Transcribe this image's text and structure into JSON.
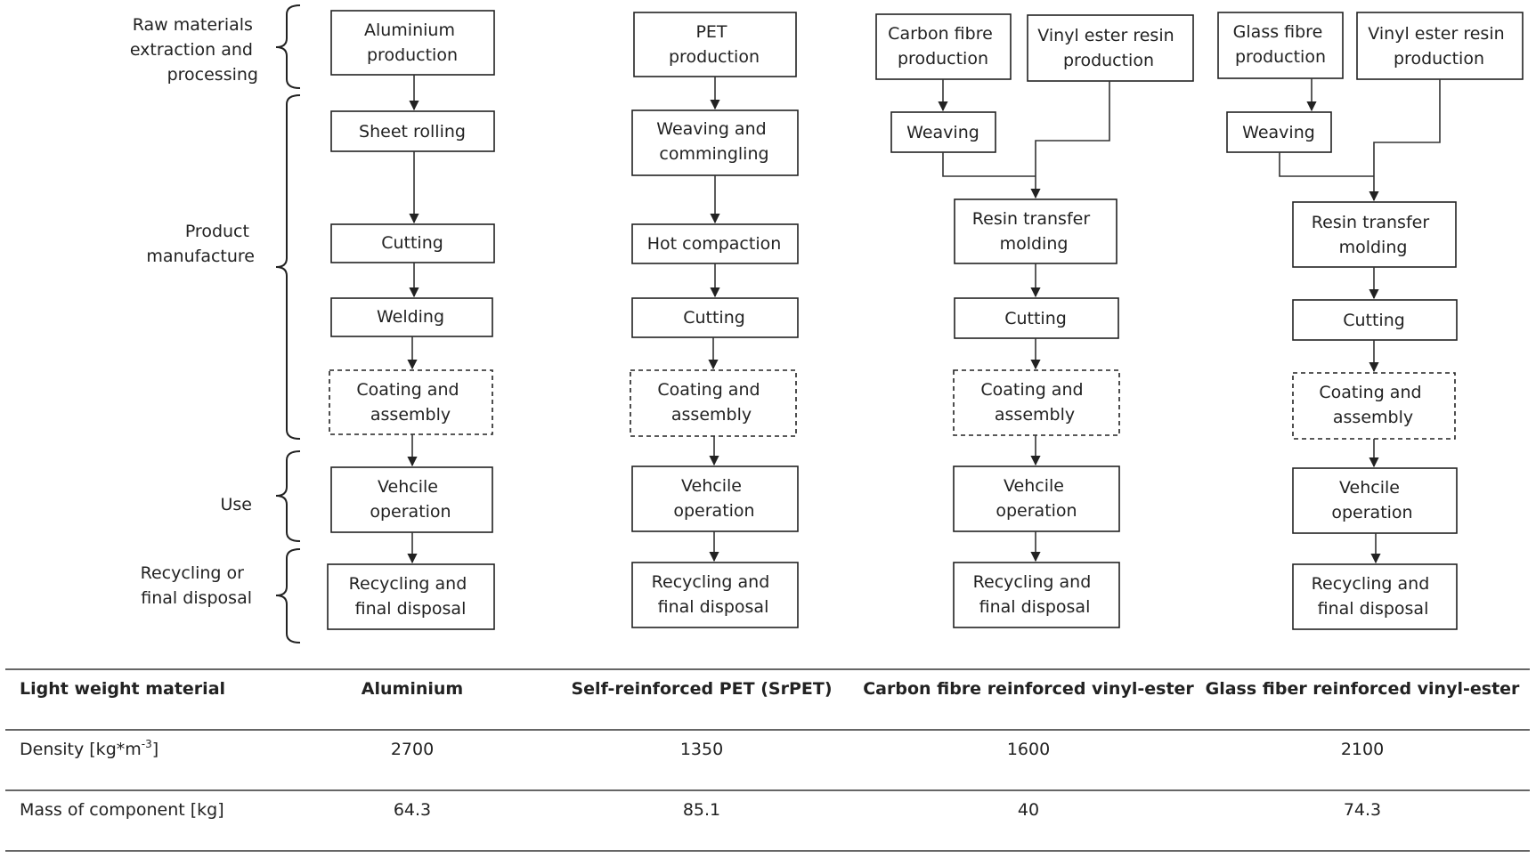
{
  "stages": {
    "raw": [
      "Raw materials",
      "extraction and",
      "processing"
    ],
    "manufacture": [
      "Product",
      "manufacture"
    ],
    "use": [
      "Use"
    ],
    "recycling": [
      "Recycling or",
      "final disposal"
    ]
  },
  "columns": [
    {
      "id": "aluminium",
      "boxes": {
        "source": [
          "Aluminium",
          "production"
        ],
        "step1": [
          "Sheet rolling"
        ],
        "cutting": [
          "Cutting"
        ],
        "welding": [
          "Welding"
        ],
        "coating": [
          "Coating and",
          "assembly"
        ],
        "use": [
          "Vehcile",
          "operation"
        ],
        "eol": [
          "Recycling and",
          "final disposal"
        ]
      }
    },
    {
      "id": "srpet",
      "boxes": {
        "source": [
          "PET",
          "production"
        ],
        "step1": [
          "Weaving and",
          "commingling"
        ],
        "compaction": [
          "Hot compaction"
        ],
        "cutting": [
          "Cutting"
        ],
        "coating": [
          "Coating and",
          "assembly"
        ],
        "use": [
          "Vehcile",
          "operation"
        ],
        "eol": [
          "Recycling and",
          "final disposal"
        ]
      }
    },
    {
      "id": "carbon",
      "boxes": {
        "fibre": [
          "Carbon fibre",
          "production"
        ],
        "resin": [
          "Vinyl ester resin",
          "production"
        ],
        "weaving": [
          "Weaving"
        ],
        "rtm": [
          "Resin transfer",
          "molding"
        ],
        "cutting": [
          "Cutting"
        ],
        "coating": [
          "Coating and",
          "assembly"
        ],
        "use": [
          "Vehcile",
          "operation"
        ],
        "eol": [
          "Recycling and",
          "final disposal"
        ]
      }
    },
    {
      "id": "glass",
      "boxes": {
        "fibre": [
          "Glass fibre",
          "production"
        ],
        "resin": [
          "Vinyl ester resin",
          "production"
        ],
        "weaving": [
          "Weaving"
        ],
        "rtm": [
          "Resin transfer",
          "molding"
        ],
        "cutting": [
          "Cutting"
        ],
        "coating": [
          "Coating and",
          "assembly"
        ],
        "use": [
          "Vehcile",
          "operation"
        ],
        "eol": [
          "Recycling and",
          "final disposal"
        ]
      }
    }
  ],
  "table": {
    "header": [
      "Light weight material",
      "Aluminium",
      "Self-reinforced PET (SrPET)",
      "Carbon fibre reinforced vinyl-ester",
      "Glass fiber reinforced vinyl-ester"
    ],
    "density_label": "Density [kg*m",
    "density_exponent": "-3",
    "density_label_end": "]",
    "density": [
      "2700",
      "1350",
      "1600",
      "2100"
    ],
    "mass_label": "Mass of component [kg]",
    "mass": [
      "64.3",
      "85.1",
      "40",
      "74.3"
    ]
  }
}
